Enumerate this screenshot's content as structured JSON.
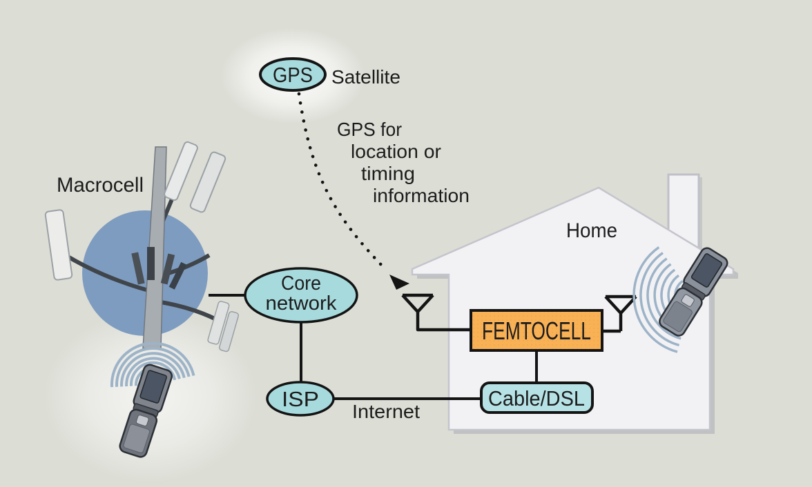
{
  "colors": {
    "background": "#dcddd5",
    "node_fill": "#a7dadd",
    "cable_fill": "#b7e2e5",
    "femtocell_fill": "#f9b156",
    "line": "#141414",
    "text": "#1c1c1c",
    "signal": "#9db3c7",
    "sky": "#7e9cc0",
    "house_fill": "#f2f2f5",
    "house_edge": "#bfc0c8"
  },
  "labels": {
    "gps": "GPS",
    "satellite": "Satellite",
    "gps_info": [
      "GPS for",
      "location or",
      "timing",
      "information"
    ],
    "macrocell": "Macrocell",
    "core_line1": "Core",
    "core_line2": "network",
    "isp": "ISP",
    "internet": "Internet",
    "femtocell": "FEMTOCELL",
    "cable_dsl": "Cable/DSL",
    "home": "Home"
  }
}
